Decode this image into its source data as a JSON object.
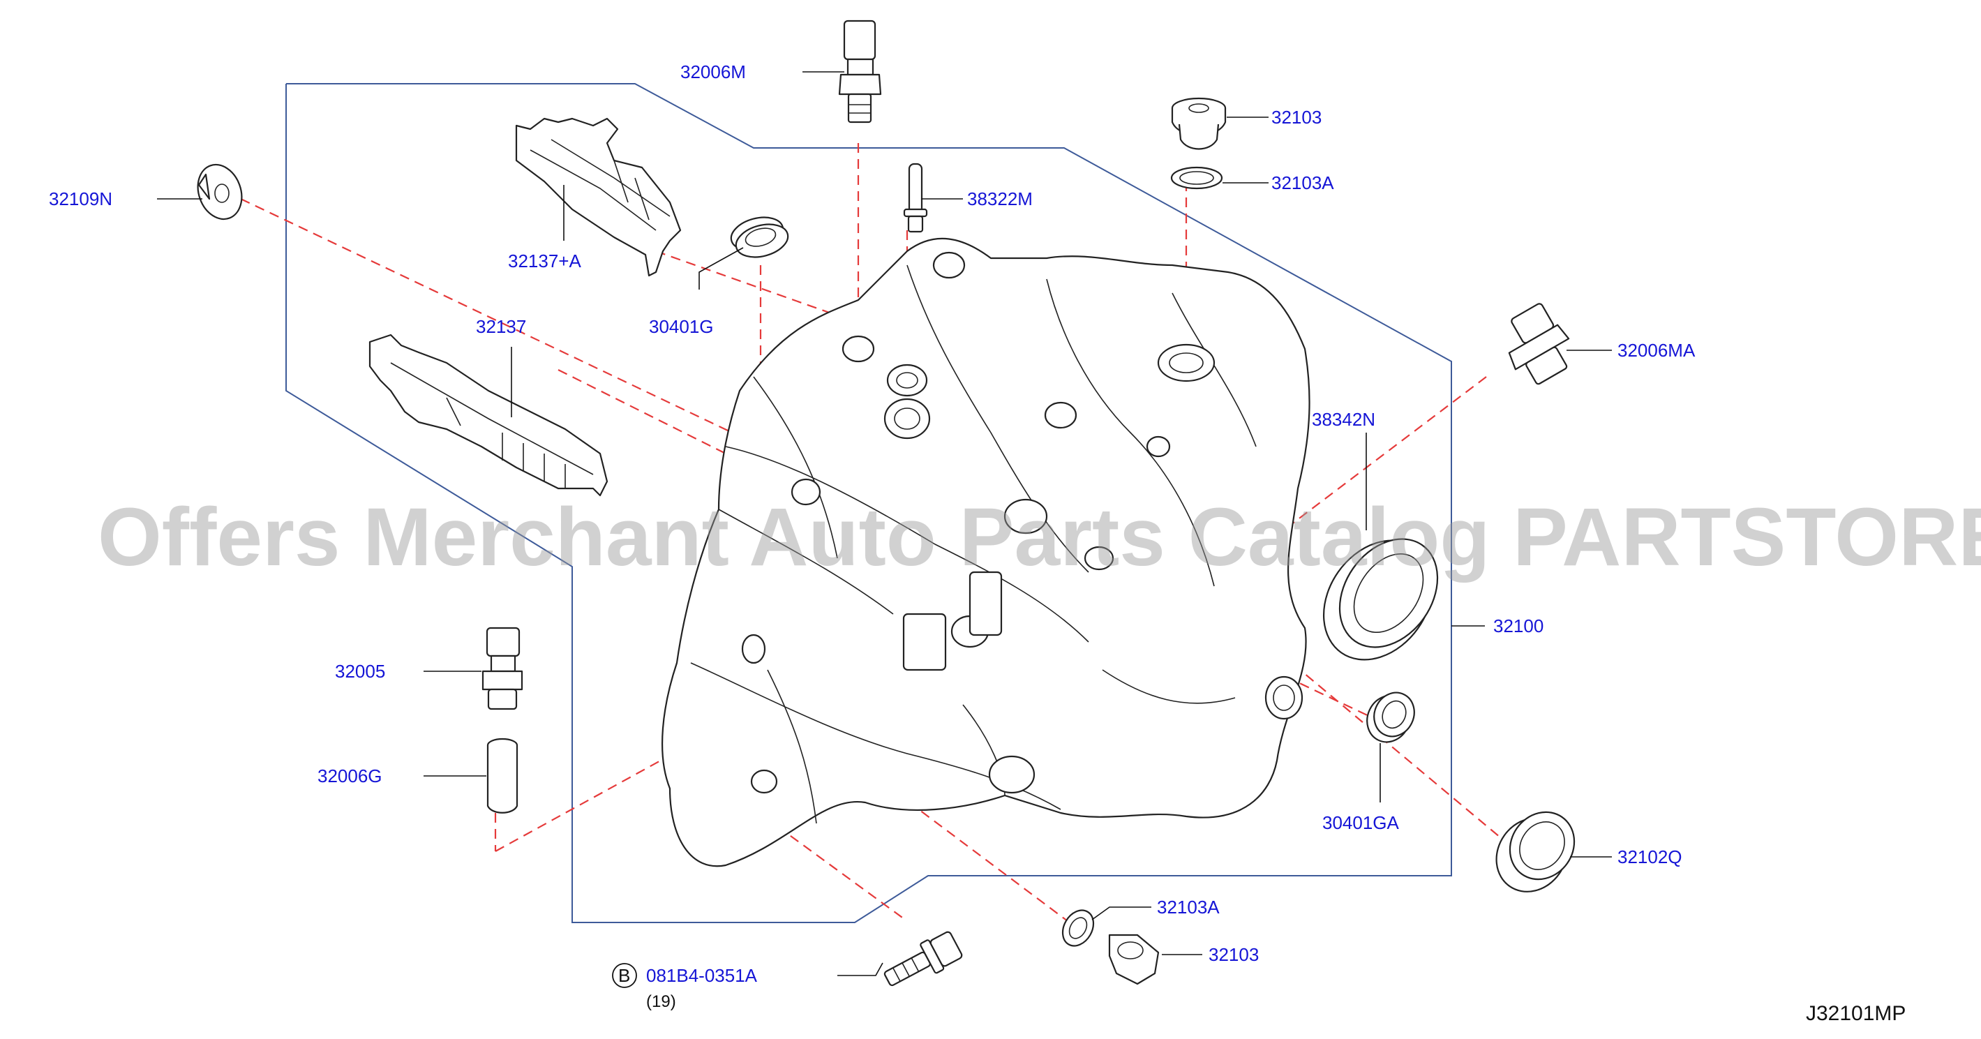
{
  "watermark": "Offers Merchant Auto Parts Catalog PARTSTORE.SA",
  "diagram_ref": "J32101MP",
  "labels": {
    "p32006M": "32006M",
    "p32103_top": "32103",
    "p32103A_top": "32103A",
    "p32109N": "32109N",
    "p38322M": "38322M",
    "p32137A": "32137+A",
    "p30401G": "30401G",
    "p32006MA": "32006MA",
    "p32137": "32137",
    "p38342N": "38342N",
    "p32100": "32100",
    "p32005": "32005",
    "p32006G": "32006G",
    "p30401GA": "30401GA",
    "p32102Q": "32102Q",
    "p32103A_bot": "32103A",
    "p32103_bot": "32103",
    "bolt_code": "081B4-0351A",
    "bolt_qty": "(19)",
    "bolt_marker": "B"
  },
  "colors": {
    "label": "#1515d6",
    "dash": "#e53a3a",
    "frame": "#3d5a99"
  }
}
